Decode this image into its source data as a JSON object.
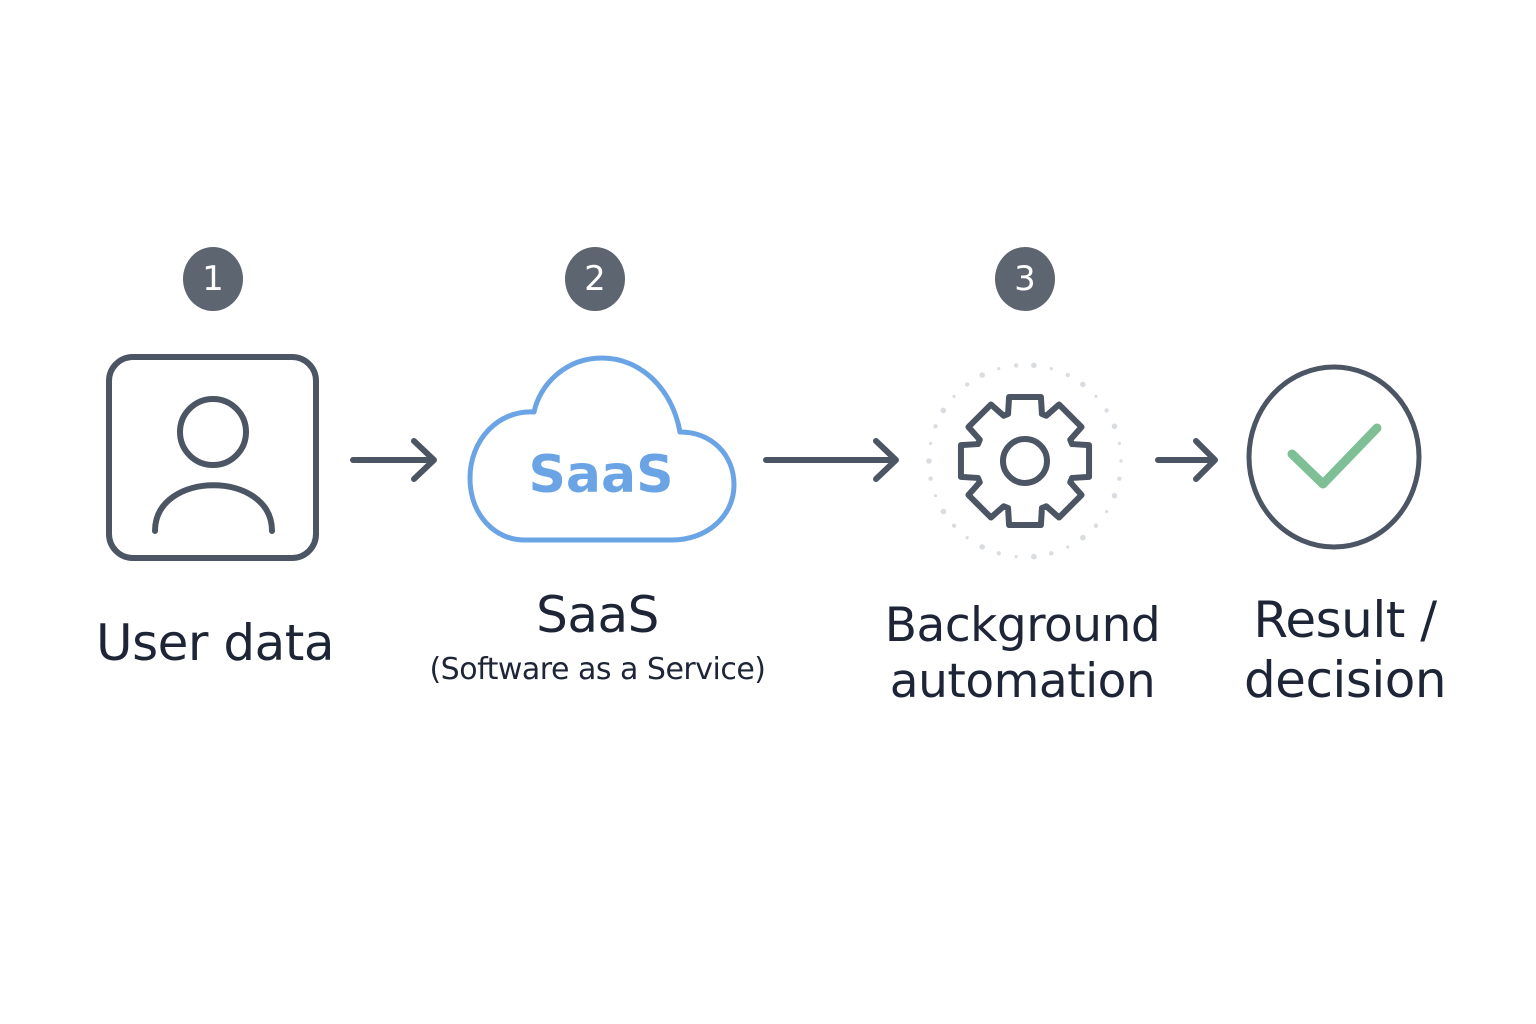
{
  "colors": {
    "ink": "#4b5563",
    "badge": "#5c6570",
    "text": "#1e2536",
    "cloud": "#6aa4e4",
    "check": "#7fbf96"
  },
  "steps": [
    {
      "number": "1",
      "icon": "user-icon",
      "label_lines": [
        "User data"
      ]
    },
    {
      "number": "2",
      "icon": "cloud-icon",
      "icon_text": "SaaS",
      "label_lines": [
        "SaaS"
      ],
      "sublabel": "(Software as a Service)"
    },
    {
      "number": "3",
      "icon": "gear-icon",
      "label_lines": [
        "Background",
        "automation"
      ]
    },
    {
      "icon": "check-circle-icon",
      "label_lines": [
        "Result /",
        "decision"
      ]
    }
  ]
}
